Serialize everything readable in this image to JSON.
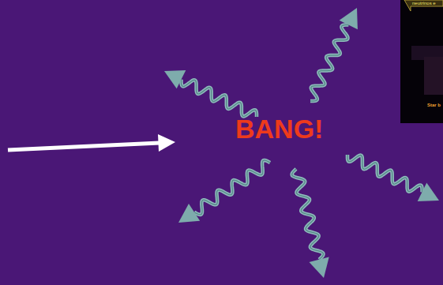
{
  "diagram": {
    "labels": [
      "BANG!",
      "neutrinos e",
      "Star b"
    ]
  }
}
